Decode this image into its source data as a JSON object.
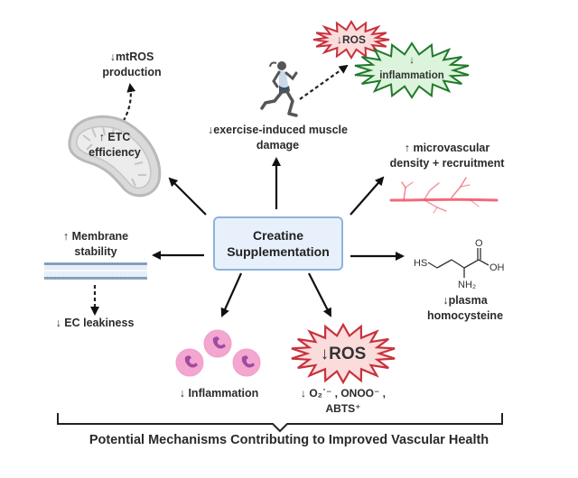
{
  "center": {
    "line1": "Creatine",
    "line2": "Supplementation"
  },
  "nodes": {
    "mitochondria": {
      "label_line1": "↑ ETC",
      "label_line2": "efficiency",
      "downstream_line1": "↓mtROS",
      "downstream_line2": "production"
    },
    "exercise": {
      "label_line1": "↓exercise-induced muscle",
      "label_line2": "damage",
      "burst_ros": "↓ROS",
      "burst_inflammation_arrow": "↓",
      "burst_inflammation": "inflammation"
    },
    "microvascular": {
      "label_line1": "↑ microvascular",
      "label_line2": "density + recruitment"
    },
    "membrane": {
      "label_line1": "↑ Membrane",
      "label_line2": "stability",
      "downstream": "↓ EC leakiness"
    },
    "homocysteine": {
      "chem_hs": "HS",
      "chem_oh": "OH",
      "chem_o": "O",
      "chem_nh2": "NH₂",
      "label_line1": "↓plasma",
      "label_line2": "homocysteine"
    },
    "immune": {
      "label": "↓ Inflammation"
    },
    "ros": {
      "burst": "↓ROS",
      "label_line1": "↓ O₂˙⁻ , ONOO⁻ ,",
      "label_line2": "ABTS⁺"
    }
  },
  "footer": {
    "title": "Potential Mechanisms Contributing to Improved Vascular Health"
  },
  "colors": {
    "center_fill": "#e8f1fb",
    "center_border": "#8fb2dc",
    "ros_fill": "#fbdcdc",
    "ros_stroke": "#c8323c",
    "inflammation_fill": "#dcf3dc",
    "inflammation_stroke": "#1f7a2a",
    "vessel": "#f05060",
    "mito_fill": "#d0d0d0",
    "cell_fill": "#f3a6cf",
    "nucleus": "#a04aa0"
  }
}
